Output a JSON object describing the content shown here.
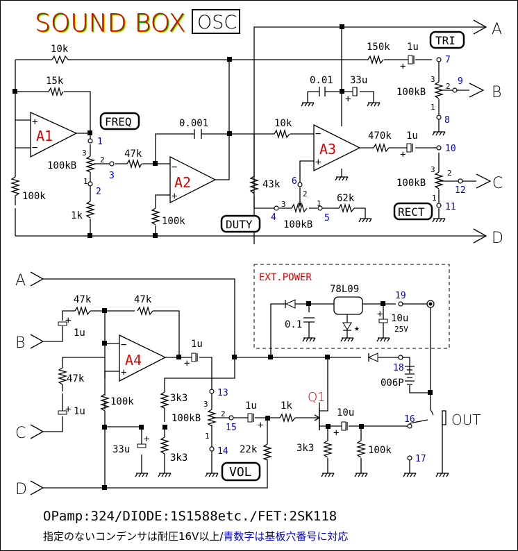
{
  "title": {
    "main": "SOUND BOX",
    "tag": "OSC"
  },
  "colors": {
    "wire": "#000000",
    "opamp_label": "#e00000",
    "pin_number": "#0000cc",
    "title_red": "#e00000",
    "title_green": "#00b000",
    "title_yellow": "#e6e600"
  },
  "opamps": [
    "A1",
    "A2",
    "A3",
    "A4"
  ],
  "transistor": "Q1",
  "controls": {
    "freq": "FREQ",
    "duty": "DUTY",
    "tri": "TRI",
    "rect": "RECT",
    "vol": "VOL"
  },
  "connectors": {
    "a": "A",
    "b": "B",
    "c": "C",
    "d": "D",
    "out": "OUT"
  },
  "components": {
    "r_10k_top": "10k",
    "r_15k": "15k",
    "c_0001": "0.001",
    "r_47k_a2": "47k",
    "pot_freq": "100kB",
    "r_100k_left": "100k",
    "r_1k": "1k",
    "r_100k_a2": "100k",
    "r_150k": "150k",
    "c_1u_tri": "1u",
    "c_001": "0.01",
    "c_33u_top": "33u",
    "pot_tri": "100kB",
    "r_10k_a3": "10k",
    "r_470k": "470k",
    "c_1u_rect": "1u",
    "pot_rect": "100kB",
    "r_43k": "43k",
    "r_62k": "62k",
    "pot_duty": "100kB",
    "r_47k_in1": "47k",
    "r_47k_fb": "47k",
    "c_1u_b": "1u",
    "r_47k_c": "47k",
    "c_1u_c": "1u",
    "r_100k_bias": "100k",
    "c_1u_out": "1u",
    "r_3k3_top": "3k3",
    "r_3k3_bot": "3k3",
    "c_33u_bias": "33u",
    "pot_vol": "100kB",
    "c_1u_q1": "1u",
    "r_1k_gate": "1k",
    "r_22k": "22k",
    "r_3k3_src": "3k3",
    "c_10u_out": "10u",
    "r_100k_out": "100k",
    "ext_power": "EXT.POWER",
    "reg": "78L09",
    "c_01": "0.1",
    "c_10u_pwr": "10u",
    "c_10u_volt": "25V",
    "battery": "006P"
  },
  "pot_pins": {
    "p1": "1",
    "p2": "2",
    "p3": "3"
  },
  "plus_sign": "+",
  "minus_sign": "−",
  "star": "★",
  "pin_numbers": [
    "1",
    "2",
    "3",
    "4",
    "5",
    "6",
    "7",
    "8",
    "9",
    "10",
    "11",
    "12",
    "13",
    "14",
    "15",
    "16",
    "17",
    "18",
    "19"
  ],
  "footer": {
    "line1": "OPamp:324/DIODE:1S1588etc./FET:2SK118",
    "line2_black": "指定のないコンデンサは耐圧16V以上/",
    "line2_blue": "青数字は基板穴番号に対応"
  }
}
